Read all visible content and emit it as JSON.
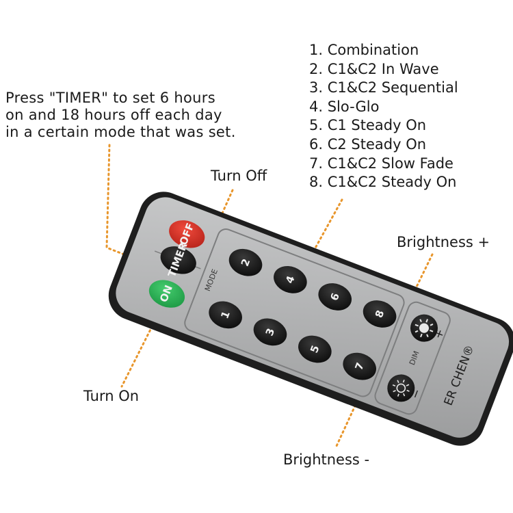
{
  "timer_note": {
    "line1": "Press \"TIMER\" to set 6 hours",
    "line2": "on and 18 hours off each day",
    "line3": "in a certain mode that was set."
  },
  "modes": [
    "1. Combination",
    "2. C1&C2 In Wave",
    "3. C1&C2 Sequential",
    "4. Slo-Glo",
    "5. C1 Steady On",
    "6. C2 Steady On",
    "7. C1&C2 Slow Fade",
    "8. C1&C2 Steady On"
  ],
  "callouts": {
    "turn_off": "Turn Off",
    "turn_on": "Turn On",
    "brightness_plus": "Brightness +",
    "brightness_minus": "Brightness -"
  },
  "remote": {
    "brand": "ER CHEN®",
    "off_button": "OFF",
    "on_button": "ON",
    "timer_button": "TIMER",
    "mode_label": "MODE",
    "dim_label": "DIM",
    "plus_sign": "+",
    "minus_sign": "−",
    "number_buttons": [
      "1",
      "2",
      "3",
      "4",
      "5",
      "6",
      "7",
      "8"
    ]
  },
  "colors": {
    "off_button": "#d9352a",
    "on_button": "#2fb45a",
    "body": "#a9aaab",
    "frame": "#1e1e1e",
    "dotted_line": "#e8962c"
  }
}
